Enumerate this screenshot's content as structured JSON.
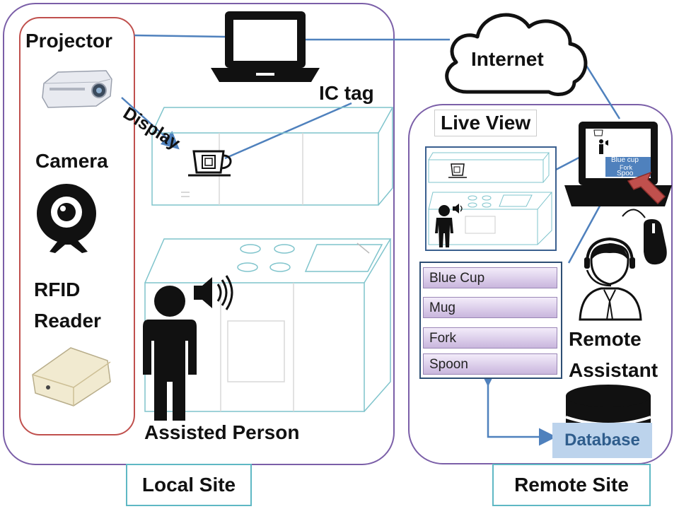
{
  "labels": {
    "projector": "Projector",
    "camera": "Camera",
    "rfid_line1": "RFID",
    "rfid_line2": "Reader",
    "display": "Display",
    "ic_tag": "IC tag",
    "internet": "Internet",
    "live_view": "Live View",
    "assisted_person": "Assisted Person",
    "remote_line1": "Remote",
    "remote_line2": "Assistant",
    "database": "Database",
    "local_site": "Local Site",
    "remote_site": "Remote Site"
  },
  "item_list": [
    "Blue Cup",
    "Mug",
    "Fork",
    "Spoon"
  ],
  "laptop_screen_items": [
    "Blue cup",
    "Fork",
    "Spoo"
  ],
  "colors": {
    "local_outline": "#7b5fa8",
    "device_outline": "#c0504d",
    "connector": "#4f81bd",
    "site_label_border": "#5fb8c4",
    "kitchen_line": "#7fc4cc"
  }
}
